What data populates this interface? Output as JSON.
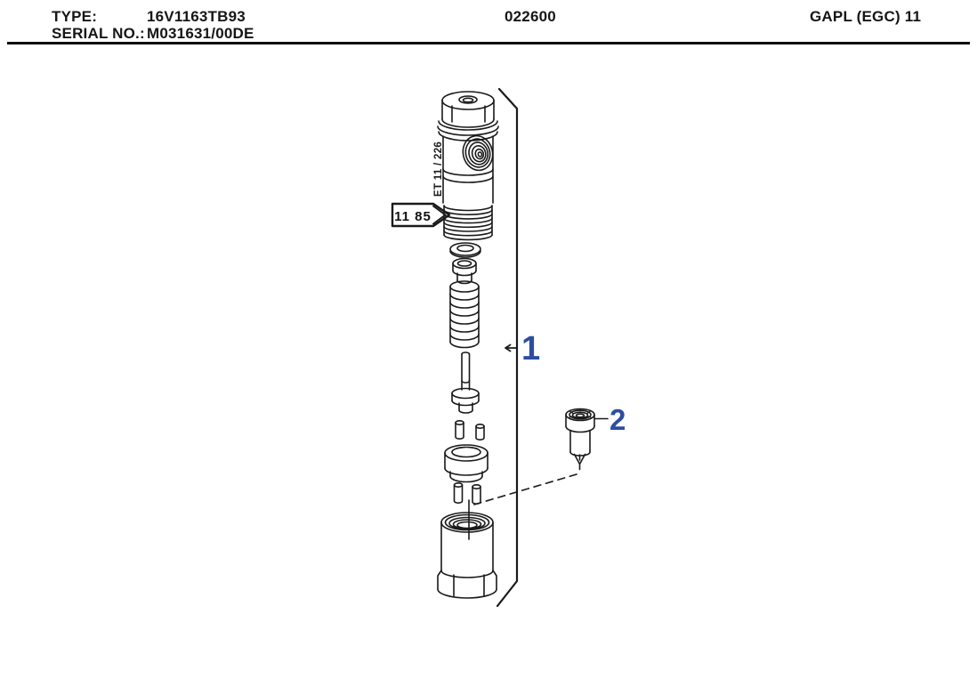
{
  "header": {
    "type_label": "TYPE:",
    "type_value": "16V1163TB93",
    "serial_label": "SERIAL NO.:",
    "serial_value": "M031631/00DE",
    "center_code": "022600",
    "right_code": "GAPL (EGC) 11"
  },
  "diagram": {
    "etched_label": "ET 11 / 226",
    "ref_tag": "11 85",
    "callout_1": "1",
    "callout_2": "2",
    "colors": {
      "line": "#1a1a1a",
      "callout_blue": "#2d4da1"
    }
  }
}
